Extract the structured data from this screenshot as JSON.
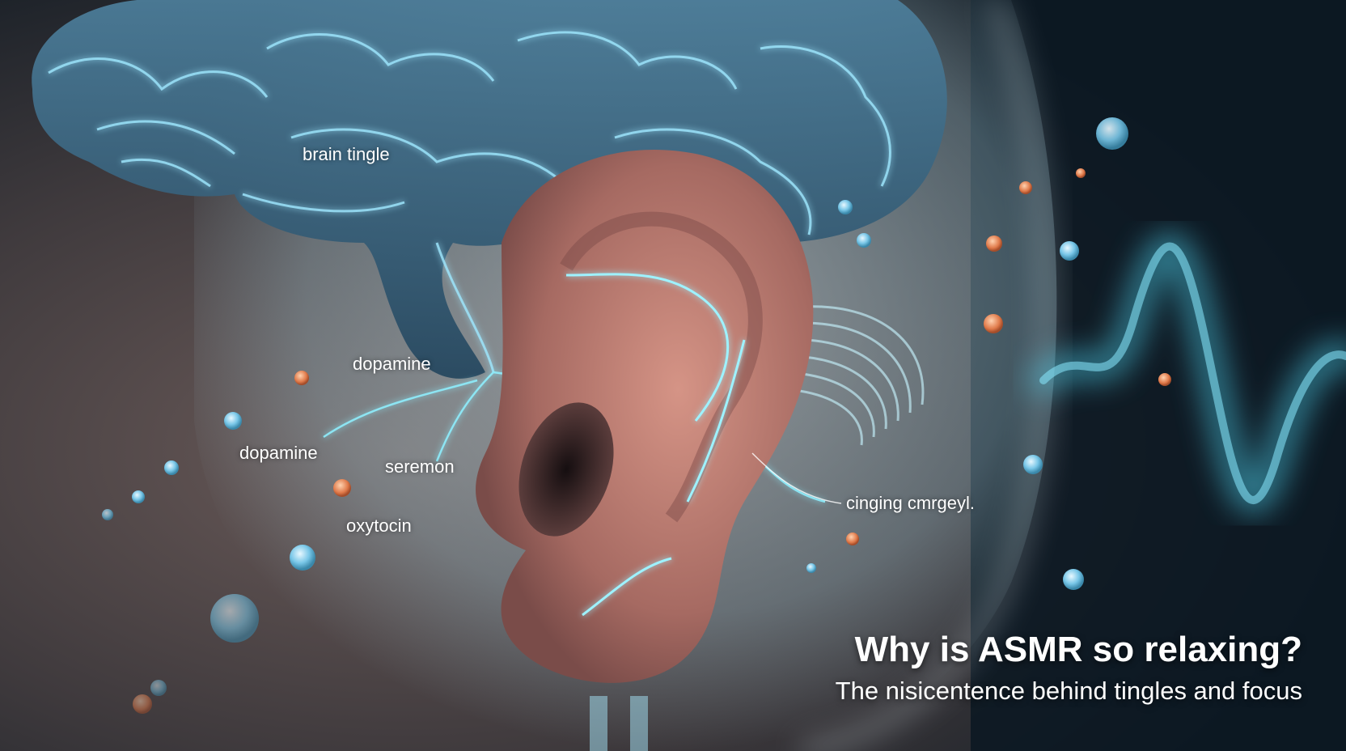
{
  "labels": {
    "brain_tingle": "brain tingle",
    "dopamine_upper": "dopamine",
    "dopamine_lower": "dopamine",
    "seremon": "seremon",
    "oxytocin": "oxytocin",
    "cinging": "cinging cmrgeyl."
  },
  "headline": {
    "title": "Why is ASMR so relaxing?",
    "subtitle": "The nisicentence behind tingles and focus"
  },
  "colors": {
    "glow": "#7fe6ff",
    "skin": "#b9796e",
    "background": "#0b1a24",
    "orange_particle": "#e8875a",
    "blue_particle": "#8fd6f2"
  }
}
